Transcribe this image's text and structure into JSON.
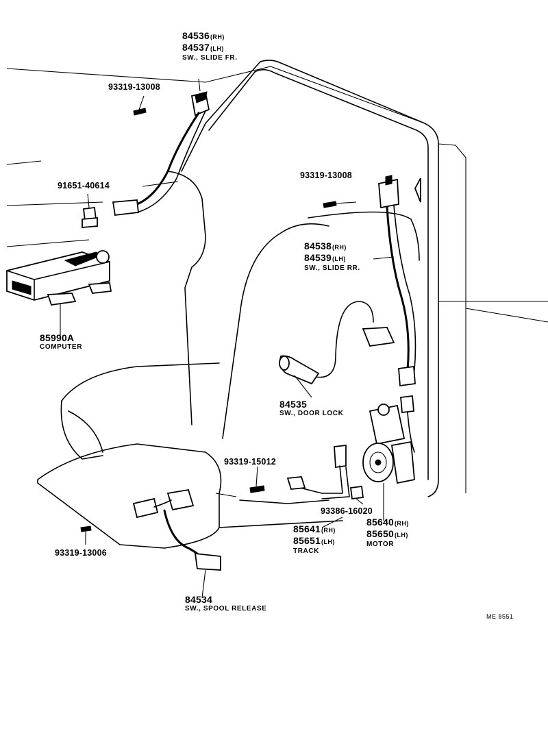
{
  "parts": {
    "sw_slide_fr": {
      "pn_rh": "84536",
      "suffix_rh": "(RH)",
      "pn_lh": "84537",
      "suffix_lh": "(LH)",
      "desc": "SW., SLIDE FR."
    },
    "bolt_a": {
      "pn": "93319-13008"
    },
    "screw_b": {
      "pn": "91651-40614"
    },
    "computer": {
      "pn": "85990A",
      "desc": "COMPUTER"
    },
    "bolt_c": {
      "pn": "93319-13008"
    },
    "sw_slide_rr": {
      "pn_rh": "84538",
      "suffix_rh": "(RH)",
      "pn_lh": "84539",
      "suffix_lh": "(LH)",
      "desc": "SW., SLIDE RR."
    },
    "sw_door_lock": {
      "pn": "84535",
      "desc": "SW., DOOR LOCK"
    },
    "bolt_d": {
      "pn": "93319-15012"
    },
    "bolt_e": {
      "pn": "93386-16020"
    },
    "track": {
      "pn_rh": "85641",
      "suffix_rh": "(RH)",
      "pn_lh": "85651",
      "suffix_lh": "(LH)",
      "desc": "TRACK"
    },
    "motor": {
      "pn_rh": "85640",
      "suffix_rh": "(RH)",
      "pn_lh": "85650",
      "suffix_lh": "(LH)",
      "desc": "MOTOR"
    },
    "bolt_f": {
      "pn": "93319-13006"
    },
    "sw_spool_release": {
      "pn": "84534",
      "desc": "SW., SPOOL RELEASE"
    }
  },
  "drawing_code": "ME 8551"
}
